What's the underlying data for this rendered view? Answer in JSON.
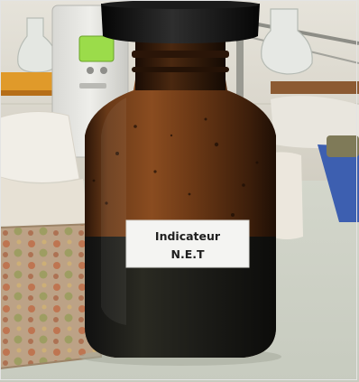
{
  "photo": {
    "subject": "amber-glass-reagent-bottle",
    "label": {
      "line1": "Indicateur",
      "line2": "N.E.T"
    },
    "colors": {
      "wall": "#d9d6cc",
      "bench": "#cfd3c8",
      "bottle_amber": "#5a2e12",
      "liquid": "#1a1a16",
      "cap": "#151515",
      "label_bg": "#f4f4f2",
      "mat": "#b89a7c",
      "tray": "#3d5fb0"
    }
  }
}
